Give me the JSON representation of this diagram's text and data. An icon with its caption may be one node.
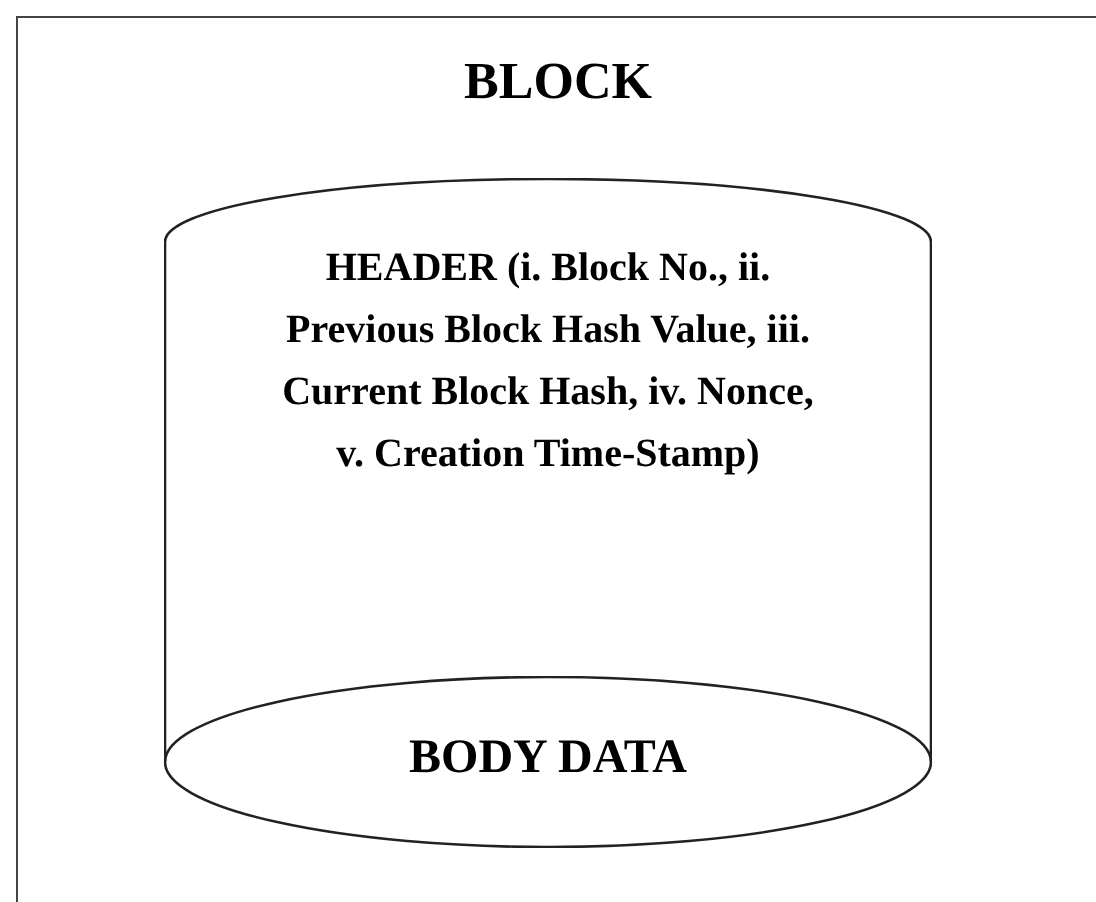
{
  "diagram": {
    "nodes": [
      {
        "text": [
          "BLOCK"
        ]
      },
      {
        "text": [
          "HEADER (i. Block No., ii. Previous Block Hash Value, iii. Current Block Hash, iv. Nonce, v. Creation Time-Stamp)"
        ],
        "in": 0
      },
      {
        "text": [
          "BODY DATA"
        ],
        "in": 1
      }
    ]
  }
}
